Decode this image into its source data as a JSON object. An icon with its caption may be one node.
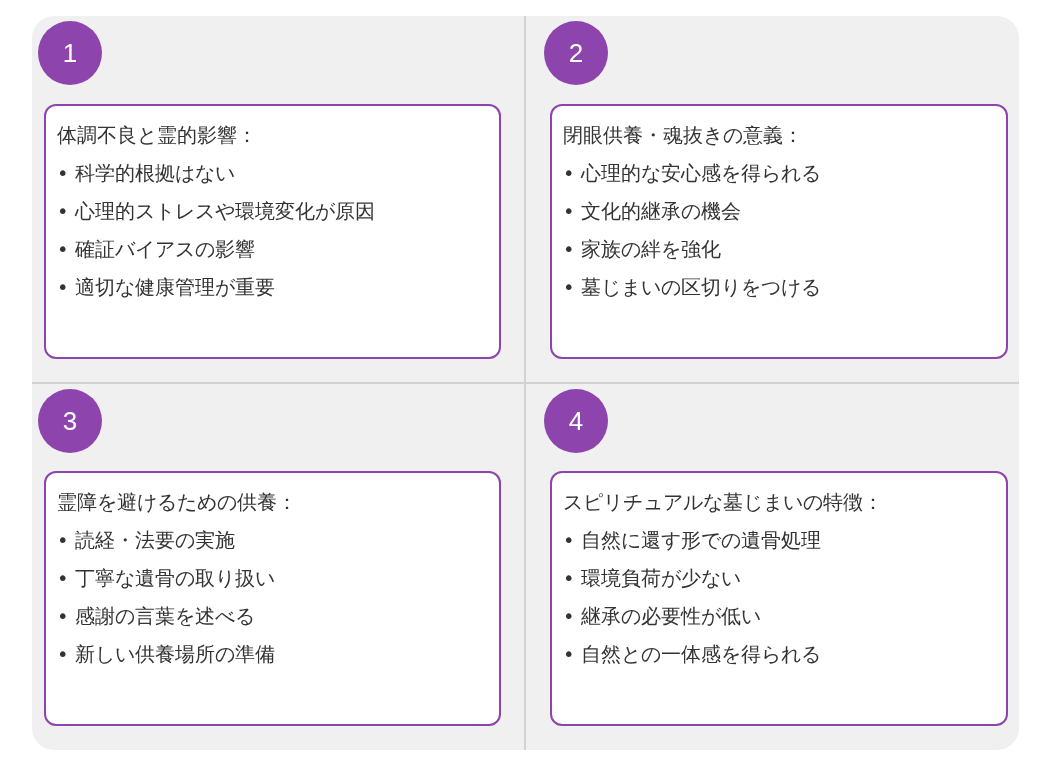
{
  "diagram": {
    "nodes": [
      {
        "text": [
          "1"
        ]
      },
      {
        "text": [
          "体調不良と霊的影響：",
          "• 科学的根拠はない",
          "• 心理的ストレスや環境変化が原因",
          "• 確証バイアスの影響",
          "• 適切な健康管理が重要"
        ]
      },
      {
        "text": [
          "2"
        ]
      },
      {
        "text": [
          "閉眼供養・魂抜きの意義：",
          "• 心理的な安心感を得られる",
          "• 文化的継承の機会",
          "• 家族の絆を強化",
          "• 墓じまいの区切りをつける"
        ]
      },
      {
        "text": [
          "3"
        ]
      },
      {
        "text": [
          "霊障を避けるための供養：",
          "• 読経・法要の実施",
          "• 丁寧な遺骨の取り扱い",
          "• 感謝の言葉を述べる",
          "• 新しい供養場所の準備"
        ]
      },
      {
        "text": [
          "4"
        ]
      },
      {
        "text": [
          "スピリチュアルな墓じまいの特徴：",
          "• 自然に還す形での遺骨処理",
          "• 環境負荷が少ない",
          "• 継承の必要性が低い",
          "• 自然との一体感を得られる"
        ]
      }
    ],
    "edges": []
  }
}
